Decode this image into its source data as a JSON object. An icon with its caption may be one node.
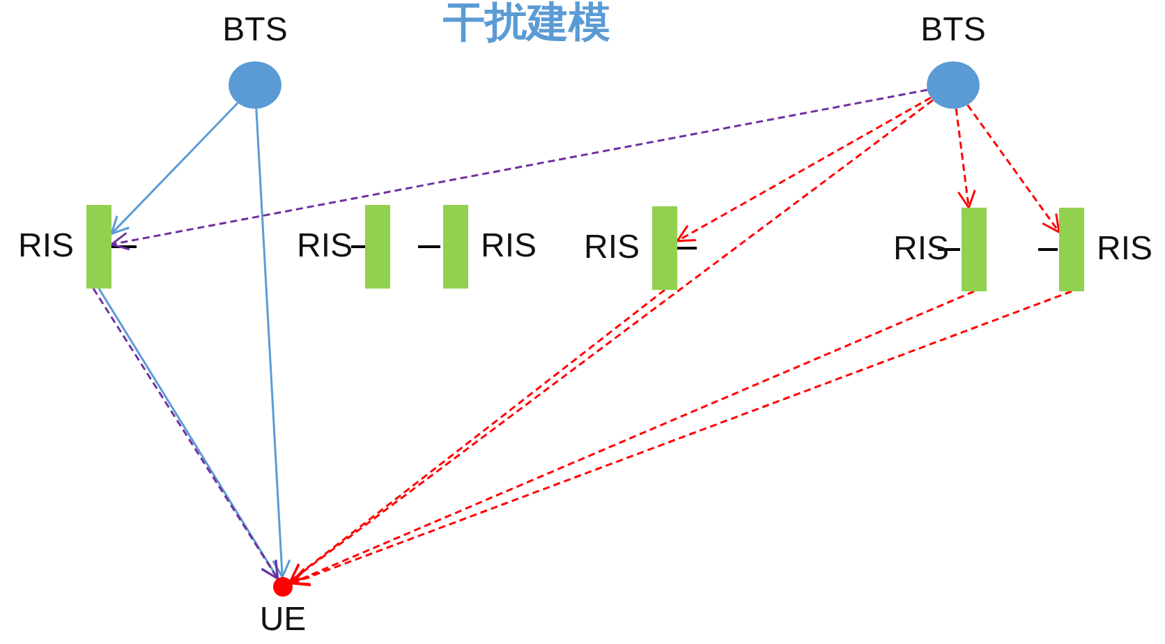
{
  "diagram": {
    "title": "干扰建模",
    "nodes": [
      {
        "text": [
          "BTS"
        ]
      },
      {
        "text": [
          "BTS"
        ]
      },
      {
        "text": [
          "RIS"
        ]
      },
      {
        "text": [
          "RIS"
        ]
      },
      {
        "text": [
          "RIS"
        ]
      },
      {
        "text": [
          "RIS"
        ]
      },
      {
        "text": [
          "RIS"
        ]
      },
      {
        "text": [
          "RIS"
        ]
      },
      {
        "text": [
          "UE"
        ]
      }
    ],
    "edges": [
      {
        "from": 0,
        "to": 2,
        "arrow": "to",
        "color": "#5b9bd5"
      },
      {
        "from": 0,
        "to": 8,
        "arrow": "to",
        "color": "#5b9bd5"
      },
      {
        "from": 2,
        "to": 8,
        "arrow": "to",
        "color": "#5b9bd5"
      },
      {
        "from": 1,
        "to": 2,
        "arrow": "to",
        "style": "dashed",
        "color": "#7030a0"
      },
      {
        "from": 2,
        "to": 8,
        "arrow": "to",
        "style": "dashed",
        "color": "#7030a0"
      },
      {
        "from": 1,
        "to": 5,
        "arrow": "to",
        "style": "dashed"
      },
      {
        "from": 1,
        "to": 6,
        "arrow": "to",
        "style": "dashed"
      },
      {
        "from": 1,
        "to": 7,
        "arrow": "to",
        "style": "dashed"
      },
      {
        "from": 1,
        "to": 8,
        "arrow": "to",
        "style": "dashed"
      },
      {
        "from": 5,
        "to": 8,
        "arrow": "to",
        "style": "dashed"
      },
      {
        "from": 6,
        "to": 8,
        "arrow": "to",
        "style": "dashed"
      },
      {
        "from": 7,
        "to": 8,
        "arrow": "to",
        "style": "dashed"
      }
    ]
  }
}
